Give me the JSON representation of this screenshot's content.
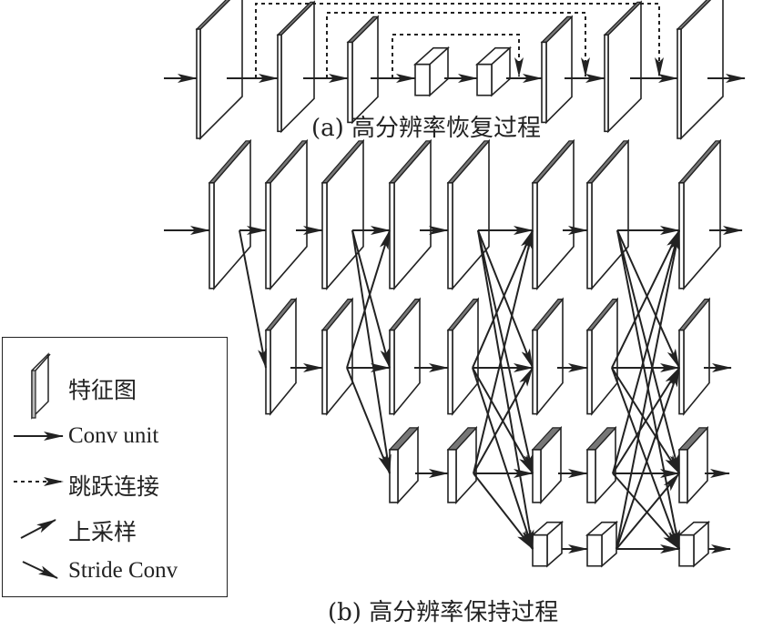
{
  "captions": {
    "a": "(a) 高分辨率恢复过程",
    "b": "(b) 高分辨率保持过程"
  },
  "legend": {
    "items": [
      {
        "icon": "feature-map-icon",
        "label": "特征图"
      },
      {
        "icon": "solid-arrow-icon",
        "label": "Conv unit"
      },
      {
        "icon": "dashed-arrow-icon",
        "label": "跳跃连接"
      },
      {
        "icon": "upsample-arrow-icon",
        "label": "上采样"
      },
      {
        "icon": "stride-conv-arrow-icon",
        "label": "Stride Conv"
      }
    ]
  },
  "part_a": {
    "title": "高分辨率恢复过程",
    "feature_maps": [
      {
        "id": "a1",
        "level": 1
      },
      {
        "id": "a2",
        "level": 2
      },
      {
        "id": "a3",
        "level": 3
      },
      {
        "id": "a4",
        "level": 4
      },
      {
        "id": "a5",
        "level": 4
      },
      {
        "id": "a6",
        "level": 3
      },
      {
        "id": "a7",
        "level": 2
      },
      {
        "id": "a8",
        "level": 1
      }
    ],
    "conv_units": [
      [
        "in",
        "a1"
      ],
      [
        "a1",
        "a2"
      ],
      [
        "a2",
        "a3"
      ],
      [
        "a3",
        "a4"
      ],
      [
        "a4",
        "a5"
      ],
      [
        "a5",
        "a6"
      ],
      [
        "a6",
        "a7"
      ],
      [
        "a7",
        "a8"
      ],
      [
        "a8",
        "out"
      ]
    ],
    "skip_connections": [
      [
        "a1",
        "a8"
      ],
      [
        "a2",
        "a7"
      ],
      [
        "a3",
        "a6"
      ]
    ]
  },
  "part_b": {
    "title": "高分辨率保持过程",
    "rows": [
      {
        "resolution": 1,
        "columns": [
          0,
          1,
          2,
          3,
          4,
          5,
          6,
          7
        ]
      },
      {
        "resolution": 2,
        "columns": [
          1,
          2,
          3,
          4,
          5,
          6,
          7
        ]
      },
      {
        "resolution": 3,
        "columns": [
          3,
          4,
          5,
          6,
          7
        ]
      },
      {
        "resolution": 4,
        "columns": [
          5,
          6,
          7
        ]
      }
    ],
    "stages": [
      {
        "from_column": 0,
        "to_column": 1,
        "from_rows": [
          1
        ],
        "to_rows": [
          1,
          2
        ]
      },
      {
        "from_column": 2,
        "to_column": 3,
        "from_rows": [
          1,
          2
        ],
        "to_rows": [
          1,
          2,
          3
        ]
      },
      {
        "from_column": 4,
        "to_column": 5,
        "from_rows": [
          1,
          2,
          3
        ],
        "to_rows": [
          1,
          2,
          3,
          4
        ]
      },
      {
        "from_column": 6,
        "to_column": 7,
        "from_rows": [
          1,
          2,
          3,
          4
        ],
        "to_rows": [
          1,
          2,
          3,
          4
        ]
      }
    ]
  }
}
